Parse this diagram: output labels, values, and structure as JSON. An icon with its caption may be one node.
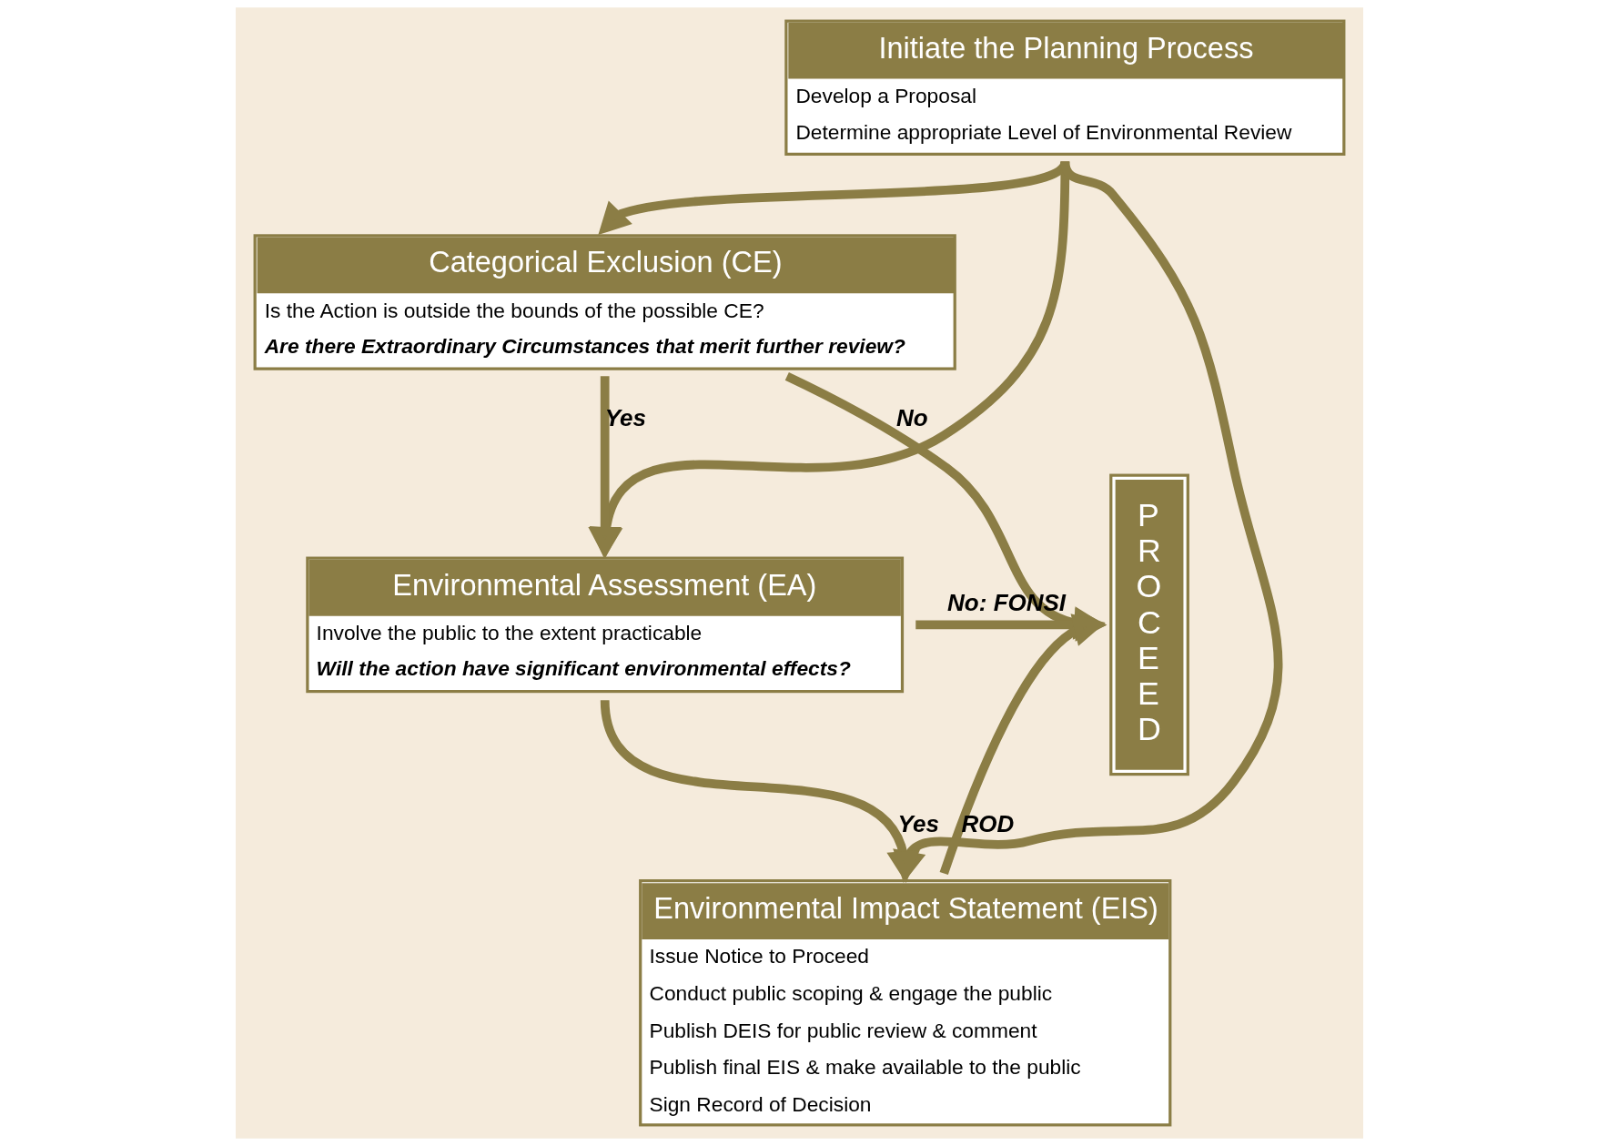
{
  "diagram": {
    "nodes": [
      {
        "text": [
          "Initiate the Planning Process",
          "Develop a Proposal",
          "Determine appropriate Level of Environmental Review"
        ]
      },
      {
        "text": [
          "Categorical Exclusion (CE)",
          "Is the Action is outside the bounds of the possible CE?",
          "Are there Extraordinary Circumstances that merit further review?"
        ]
      },
      {
        "text": [
          "Environmental Assessment (EA)",
          "Involve the public to the extent practicable",
          "Will the action have significant environmental effects?"
        ]
      },
      {
        "text": [
          "Environmental Impact Statement (EIS)",
          "Issue Notice to Proceed",
          "Conduct public scoping & engage the public",
          "Publish DEIS for public review & comment",
          "Publish final EIS & make available to the public",
          "Sign Record of Decision"
        ]
      },
      {
        "text": [
          "PROCEED"
        ]
      }
    ],
    "edges": [
      {
        "from": 0,
        "to": 3,
        "arrow": "to"
      },
      {
        "from": 0,
        "to": 2,
        "arrow": "to"
      },
      {
        "from": 0,
        "to": 1,
        "arrow": "to"
      },
      {
        "from": 1,
        "to": 4,
        "arrow": "to",
        "label": "No"
      },
      {
        "from": 1,
        "to": 2,
        "arrow": "to",
        "label": "Yes"
      },
      {
        "from": 2,
        "to": 4,
        "arrow": "to",
        "label": "No: FONSI"
      },
      {
        "from": 2,
        "to": 3,
        "arrow": "to",
        "label": "Yes"
      },
      {
        "from": 3,
        "to": 4,
        "arrow": "to",
        "label": "ROD"
      }
    ]
  }
}
